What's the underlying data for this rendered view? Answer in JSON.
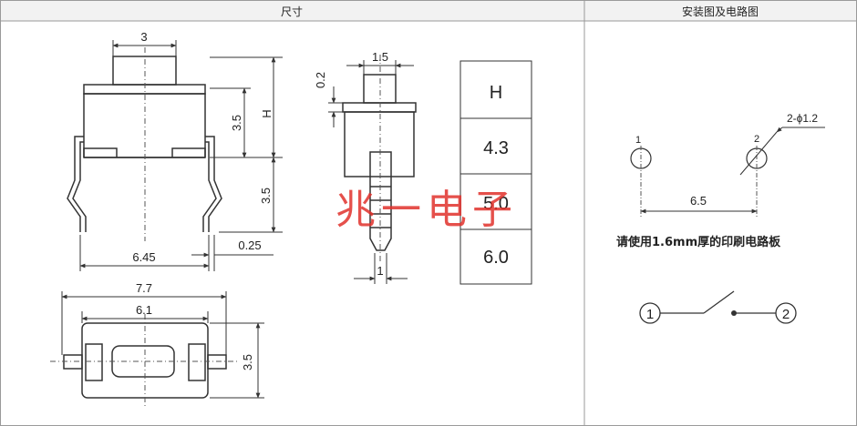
{
  "header": {
    "left_title": "尺寸",
    "right_title": "安装图及电路图"
  },
  "dimensions": {
    "top_width": "3",
    "pin_gap_035": "3.5",
    "height_H": "H",
    "body_035": "3.5",
    "pitch": "6.45",
    "pin_thickness": "0.25",
    "stem_width": "1.5",
    "gap_02": "0.2",
    "pin_width": "1",
    "overall_width": "7.7",
    "body_width": "6.1",
    "depth": "3.5"
  },
  "height_table": {
    "header": "H",
    "values": [
      "4.3",
      "5.0",
      "6.0"
    ]
  },
  "watermark": "兆一电子",
  "mounting": {
    "pad1_label": "1",
    "pad2_label": "2",
    "hole_spec": "2-ϕ1.2",
    "pitch": "6.5",
    "note": "请使用1.6mm厚的印刷电路板"
  },
  "circuit": {
    "terminal1": "1",
    "terminal2": "2"
  },
  "colors": {
    "line": "#333333",
    "border": "#888888",
    "header_bg": "#f2f2f2",
    "watermark": "#e0312b"
  }
}
